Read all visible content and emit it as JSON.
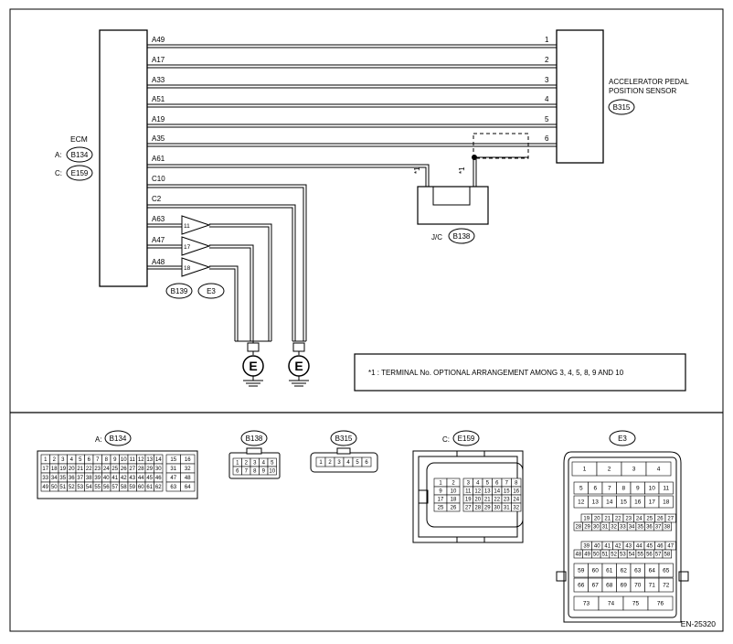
{
  "ecm": {
    "label": "ECM",
    "conn_a_prefix": "A:",
    "conn_a": "B134",
    "conn_c_prefix": "C:",
    "conn_c": "E159",
    "terminals": [
      "A49",
      "A17",
      "A33",
      "A51",
      "A19",
      "A35",
      "A61",
      "C10",
      "C2",
      "A63",
      "A47",
      "A48"
    ]
  },
  "sensor": {
    "label_line1": "ACCELERATOR PEDAL",
    "label_line2": "POSITION SENSOR",
    "connector": "B315",
    "pins": [
      "1",
      "2",
      "3",
      "4",
      "5",
      "6"
    ]
  },
  "junction": {
    "label": "J/C",
    "connector": "B138",
    "star_left": "*1",
    "star_right": "*1"
  },
  "ground_conn": {
    "pins": [
      "11",
      "17",
      "18"
    ],
    "connectors": [
      "B139",
      "E3"
    ],
    "ground_symbol": "E"
  },
  "note": "*1  : TERMINAL No. OPTIONAL ARRANGEMENT AMONG 3, 4, 5, 8, 9 AND 10",
  "connectors_section": {
    "b134": {
      "prefix": "A:",
      "name": "B134",
      "rows": [
        [
          "1",
          "2",
          "3",
          "4",
          "5",
          "6",
          "7",
          "8",
          "9",
          "10",
          "11",
          "12",
          "13",
          "14"
        ],
        [
          "17",
          "18",
          "19",
          "20",
          "21",
          "22",
          "23",
          "24",
          "25",
          "26",
          "27",
          "28",
          "29",
          "30"
        ],
        [
          "33",
          "34",
          "35",
          "36",
          "37",
          "38",
          "39",
          "40",
          "41",
          "42",
          "43",
          "44",
          "45",
          "46"
        ],
        [
          "49",
          "50",
          "51",
          "52",
          "53",
          "54",
          "55",
          "56",
          "57",
          "58",
          "59",
          "60",
          "61",
          "62"
        ]
      ],
      "side_rows": [
        [
          "15",
          "16"
        ],
        [
          "31",
          "32"
        ],
        [
          "47",
          "48"
        ],
        [
          "63",
          "64"
        ]
      ]
    },
    "b138": {
      "name": "B138",
      "rows": [
        [
          "1",
          "2",
          "3",
          "4",
          "5"
        ],
        [
          "6",
          "7",
          "8",
          "9",
          "10"
        ]
      ]
    },
    "b315": {
      "name": "B315",
      "row": [
        "1",
        "2",
        "3",
        "4",
        "5",
        "6"
      ]
    },
    "e159": {
      "prefix": "C:",
      "name": "E159",
      "left_rows": [
        [
          "1",
          "2"
        ],
        [
          "9",
          "10"
        ],
        [
          "17",
          "18"
        ],
        [
          "25",
          "26"
        ]
      ],
      "right_rows": [
        [
          "3",
          "4",
          "5",
          "6",
          "7",
          "8"
        ],
        [
          "11",
          "12",
          "13",
          "14",
          "15",
          "16"
        ],
        [
          "19",
          "20",
          "21",
          "22",
          "23",
          "24"
        ],
        [
          "27",
          "28",
          "29",
          "30",
          "31",
          "32"
        ]
      ]
    },
    "e3": {
      "name": "E3",
      "row1": [
        "1",
        "2",
        "3",
        "4"
      ],
      "row2": [
        "5",
        "6",
        "7",
        "8",
        "9",
        "10",
        "11"
      ],
      "row3": [
        "12",
        "13",
        "14",
        "15",
        "16",
        "17",
        "18"
      ],
      "row4": [
        "19",
        "20",
        "21",
        "22",
        "23",
        "24",
        "25",
        "26",
        "27"
      ],
      "row5": [
        "28",
        "29",
        "30",
        "31",
        "32",
        "33",
        "34",
        "35",
        "36",
        "37",
        "38"
      ],
      "row6": [
        "39",
        "40",
        "41",
        "42",
        "43",
        "44",
        "45",
        "46",
        "47"
      ],
      "row7": [
        "48",
        "49",
        "50",
        "51",
        "52",
        "53",
        "54",
        "55",
        "56",
        "57",
        "58"
      ],
      "row8": [
        "59",
        "60",
        "61",
        "62",
        "63",
        "64",
        "65"
      ],
      "row9": [
        "66",
        "67",
        "68",
        "69",
        "70",
        "71",
        "72"
      ],
      "row10": [
        "73",
        "74",
        "75",
        "76"
      ]
    }
  },
  "doc_code": "EN-25320"
}
